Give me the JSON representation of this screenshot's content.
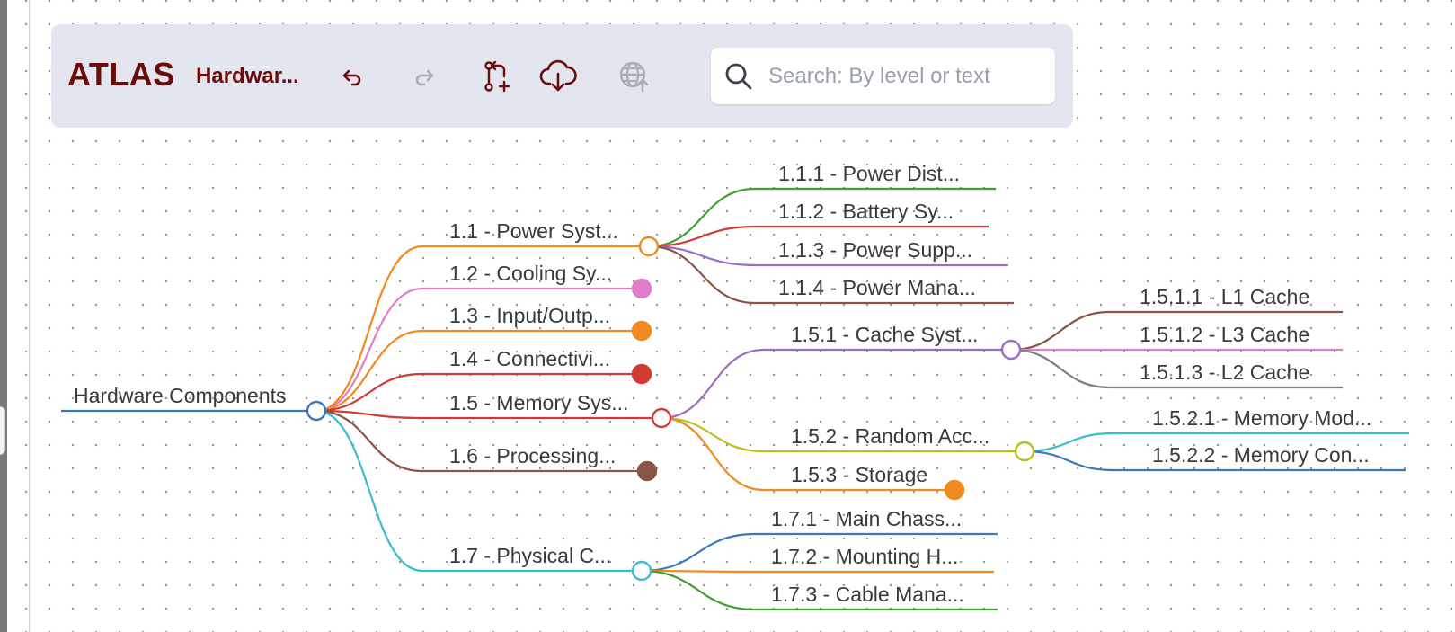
{
  "toolbar": {
    "brand": "ATLAS",
    "doc_title": "Hardwar...",
    "icons": {
      "undo": "undo-icon",
      "redo": "redo-icon",
      "branch": "branch-add-icon",
      "download": "cloud-download-icon",
      "publish": "globe-upload-icon"
    },
    "redo_enabled": false,
    "publish_enabled": false
  },
  "search": {
    "placeholder": "Search: By level or text",
    "value": ""
  },
  "mindmap": {
    "root": {
      "label": "Hardware Components",
      "color": "#3a78b8"
    },
    "nodes": [
      {
        "id": "n1_1",
        "label": "1.1 - Power Syst...",
        "color": "#f08a1e",
        "children": [
          {
            "id": "n1_1_1",
            "label": "1.1.1 - Power Dist...",
            "color": "#3da02a"
          },
          {
            "id": "n1_1_2",
            "label": "1.1.2 - Battery Sy...",
            "color": "#d23a34"
          },
          {
            "id": "n1_1_3",
            "label": "1.1.3 - Power Supp...",
            "color": "#9a6cc8"
          },
          {
            "id": "n1_1_4",
            "label": "1.1.4 - Power Mana...",
            "color": "#8a5545"
          }
        ]
      },
      {
        "id": "n1_2",
        "label": "1.2 - Cooling Sy...",
        "color": "#e07ec8",
        "children": []
      },
      {
        "id": "n1_3",
        "label": "1.3 - Input/Outp...",
        "color": "#f08a1e",
        "children": []
      },
      {
        "id": "n1_4",
        "label": "1.4 - Connectivi...",
        "color": "#d23a34",
        "children": []
      },
      {
        "id": "n1_5",
        "label": "1.5 - Memory Sys...",
        "color": "#d23a34",
        "children": [
          {
            "id": "n1_5_1",
            "label": "1.5.1 - Cache Syst...",
            "color": "#9a6cc8",
            "children": [
              {
                "id": "n1_5_1_1",
                "label": "1.5.1.1 - L1 Cache",
                "color": "#8a5545"
              },
              {
                "id": "n1_5_1_2",
                "label": "1.5.1.2 - L3 Cache",
                "color": "#e07ec8"
              },
              {
                "id": "n1_5_1_3",
                "label": "1.5.1.3 - L2 Cache",
                "color": "#808080"
              }
            ]
          },
          {
            "id": "n1_5_2",
            "label": "1.5.2 - Random Acc...",
            "color": "#b8c020",
            "children": [
              {
                "id": "n1_5_2_1",
                "label": "1.5.2.1 - Memory Mod...",
                "color": "#3cbccc"
              },
              {
                "id": "n1_5_2_2",
                "label": "1.5.2.2 - Memory Con...",
                "color": "#3a78b8"
              }
            ]
          },
          {
            "id": "n1_5_3",
            "label": "1.5.3 - Storage",
            "color": "#f08a1e",
            "children": []
          }
        ]
      },
      {
        "id": "n1_6",
        "label": "1.6 - Processing...",
        "color": "#8a5545",
        "children": []
      },
      {
        "id": "n1_7",
        "label": "1.7 - Physical C...",
        "color": "#3cbccc",
        "children": [
          {
            "id": "n1_7_1",
            "label": "1.7.1 - Main Chass...",
            "color": "#3a78b8"
          },
          {
            "id": "n1_7_2",
            "label": "1.7.2 - Mounting H...",
            "color": "#f08a1e"
          },
          {
            "id": "n1_7_3",
            "label": "1.7.3 - Cable Mana...",
            "color": "#3da02a"
          }
        ]
      }
    ]
  }
}
